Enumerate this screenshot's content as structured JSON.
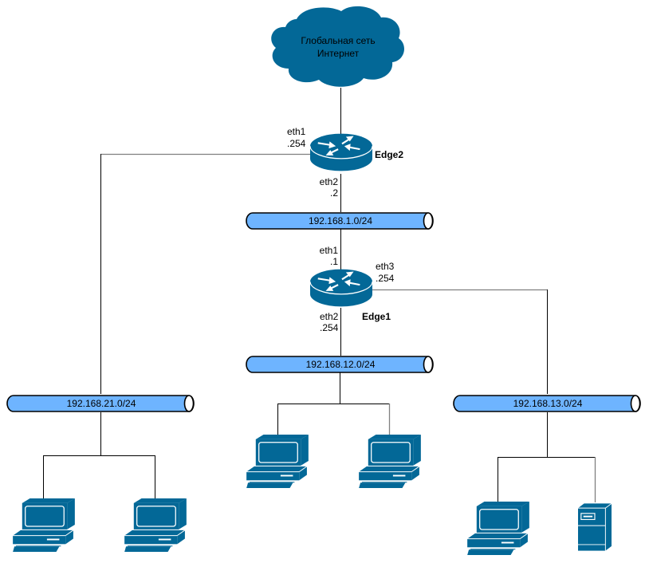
{
  "colors": {
    "device": "#036897",
    "network_tube": "#6EB4FF",
    "wire": "#000000"
  },
  "cloud": {
    "line1": "Глобальная сеть",
    "line2": "Интернет"
  },
  "routers": {
    "edge2": {
      "name": "Edge2",
      "eth1_if": "eth1",
      "eth1_ip": ".254",
      "eth2_if": "eth2",
      "eth2_ip": ".2"
    },
    "edge1": {
      "name": "Edge1",
      "eth1_if": "eth1",
      "eth1_ip": ".1",
      "eth2_if": "eth2",
      "eth2_ip": ".254",
      "eth3_if": "eth3",
      "eth3_ip": ".254"
    }
  },
  "networks": {
    "net1": "192.168.1.0/24",
    "net12": "192.168.12.0/24",
    "net21": "192.168.21.0/24",
    "net13": "192.168.13.0/24"
  },
  "hosts": [
    {
      "type": "workstation",
      "network": "192.168.21.0/24"
    },
    {
      "type": "workstation",
      "network": "192.168.21.0/24"
    },
    {
      "type": "workstation",
      "network": "192.168.12.0/24"
    },
    {
      "type": "workstation",
      "network": "192.168.12.0/24"
    },
    {
      "type": "workstation",
      "network": "192.168.13.0/24"
    },
    {
      "type": "server",
      "network": "192.168.13.0/24"
    }
  ]
}
